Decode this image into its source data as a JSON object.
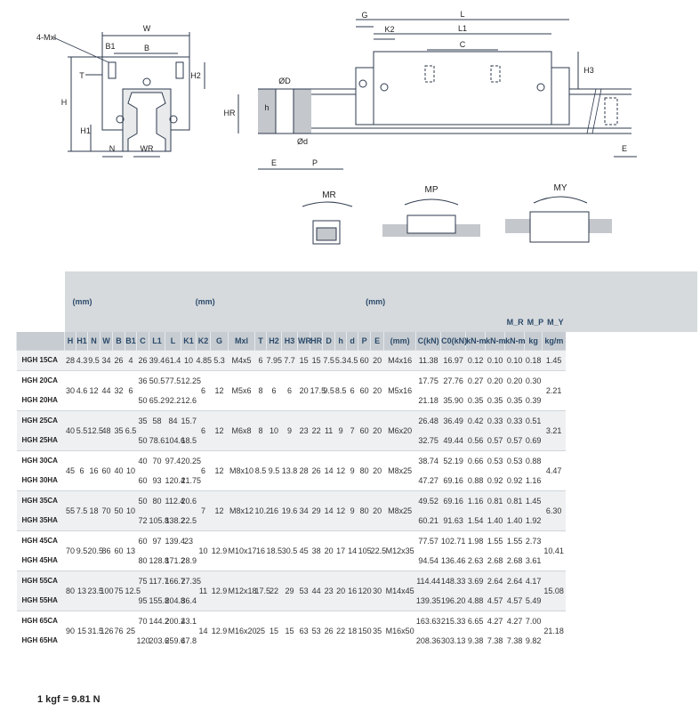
{
  "diagram": {
    "front_view": {
      "labels": [
        "W",
        "B",
        "B1",
        "4-Mxl",
        "T",
        "H2",
        "H",
        "H1",
        "N",
        "WR"
      ]
    },
    "side_view": {
      "labels": [
        "G",
        "L",
        "K2",
        "L1",
        "C",
        "H3",
        "ØD",
        "h",
        "HR",
        "Ød",
        "E",
        "P",
        "E"
      ]
    },
    "moments": [
      "MR",
      "MP",
      "MY"
    ],
    "line_color": "#2e3a4d",
    "shade_color": "#c4c7cb"
  },
  "table": {
    "groups": [
      {
        "label": "",
        "span": 1
      },
      {
        "label": "(mm)",
        "span": 3
      },
      {
        "label": "(mm)",
        "span": 14
      },
      {
        "label": "(mm)",
        "span": 8
      },
      {
        "label": "",
        "span": 1
      },
      {
        "label": "",
        "span": 2
      },
      {
        "label": "",
        "span": 3
      },
      {
        "label": "",
        "span": 2
      }
    ],
    "moment_heads": [
      "M_R",
      "M_P",
      "M_Y"
    ],
    "columns": [
      "",
      "H",
      "H1",
      "N",
      "W",
      "B",
      "B1",
      "C",
      "L1",
      "L",
      "K1",
      "K2",
      "G",
      "Mxl",
      "T",
      "H2",
      "H3",
      "WR",
      "HR",
      "D",
      "h",
      "d",
      "P",
      "E",
      "(mm)",
      "C(kN)",
      "C0(kN)",
      "kN-m",
      "kN-m",
      "kN-m",
      "kg",
      "kg/m"
    ],
    "bolt_unit": "(mm)",
    "models": [
      {
        "common": {
          "H": "28",
          "H1": "4.3",
          "N": "9.5",
          "W": "34",
          "B": "26",
          "B1": "4",
          "K1": "",
          "K2": "",
          "G": "",
          "Mxl": "",
          "T": "",
          "H2": "",
          "H3": "",
          "WR": "",
          "HR": "",
          "D": "",
          "h": "",
          "d": "",
          "P": "",
          "E": "",
          "bolt": "",
          "kgm": "1.45"
        },
        "rows": [
          {
            "name": "HGH 15CA",
            "C": "26",
            "L1": "39.4",
            "L": "61.4",
            "K1": "10",
            "K2": "4.85",
            "G": "5.3",
            "Mxl": "M4x5",
            "T": "6",
            "H2": "7.95",
            "H3": "7.7",
            "WR": "15",
            "HR": "15",
            "D": "7.5",
            "h": "5.3",
            "d": "4.5",
            "P": "60",
            "E": "20",
            "bolt": "M4x16",
            "Cd": "11.38",
            "C0": "16.97",
            "MR": "0.12",
            "MP": "0.10",
            "MY": "0.10",
            "kg": "0.18"
          }
        ]
      },
      {
        "common": {
          "H": "30",
          "H1": "4.6",
          "N": "12",
          "W": "44",
          "B": "32",
          "B1": "6",
          "K2": "6",
          "G": "12",
          "Mxl": "M5x6",
          "T": "8",
          "H2": "6",
          "H3": "6",
          "WR": "20",
          "HR": "17.5",
          "D": "9.5",
          "h": "8.5",
          "d": "6",
          "P": "60",
          "E": "20",
          "bolt": "M5x16",
          "kgm": "2.21"
        },
        "rows": [
          {
            "name": "HGH 20CA",
            "C": "36",
            "L1": "50.5",
            "L": "77.5",
            "K1": "12.25",
            "Cd": "17.75",
            "C0": "27.76",
            "MR": "0.27",
            "MP": "0.20",
            "MY": "0.20",
            "kg": "0.30"
          },
          {
            "name": "HGH 20HA",
            "C": "50",
            "L1": "65.2",
            "L": "92.2",
            "K1": "12.6",
            "Cd": "21.18",
            "C0": "35.90",
            "MR": "0.35",
            "MP": "0.35",
            "MY": "0.35",
            "kg": "0.39"
          }
        ]
      },
      {
        "common": {
          "H": "40",
          "H1": "5.5",
          "N": "12.5",
          "W": "48",
          "B": "35",
          "B1": "6.5",
          "K2": "6",
          "G": "12",
          "Mxl": "M6x8",
          "T": "8",
          "H2": "10",
          "H3": "9",
          "WR": "23",
          "HR": "22",
          "D": "11",
          "h": "9",
          "d": "7",
          "P": "60",
          "E": "20",
          "bolt": "M6x20",
          "kgm": "3.21"
        },
        "rows": [
          {
            "name": "HGH 25CA",
            "C": "35",
            "L1": "58",
            "L": "84",
            "K1": "15.7",
            "Cd": "26.48",
            "C0": "36.49",
            "MR": "0.42",
            "MP": "0.33",
            "MY": "0.33",
            "kg": "0.51"
          },
          {
            "name": "HGH 25HA",
            "C": "50",
            "L1": "78.6",
            "L": "104.6",
            "K1": "18.5",
            "Cd": "32.75",
            "C0": "49.44",
            "MR": "0.56",
            "MP": "0.57",
            "MY": "0.57",
            "kg": "0.69"
          }
        ]
      },
      {
        "common": {
          "H": "45",
          "H1": "6",
          "N": "16",
          "W": "60",
          "B": "40",
          "B1": "10",
          "K2": "6",
          "G": "12",
          "Mxl": "M8x10",
          "T": "8.5",
          "H2": "9.5",
          "H3": "13.8",
          "WR": "28",
          "HR": "26",
          "D": "14",
          "h": "12",
          "d": "9",
          "P": "80",
          "E": "20",
          "bolt": "M8x25",
          "kgm": "4.47"
        },
        "rows": [
          {
            "name": "HGH 30CA",
            "C": "40",
            "L1": "70",
            "L": "97.4",
            "K1": "20.25",
            "Cd": "38.74",
            "C0": "52.19",
            "MR": "0.66",
            "MP": "0.53",
            "MY": "0.53",
            "kg": "0.88"
          },
          {
            "name": "HGH 30HA",
            "C": "60",
            "L1": "93",
            "L": "120.4",
            "K1": "21.75",
            "Cd": "47.27",
            "C0": "69.16",
            "MR": "0.88",
            "MP": "0.92",
            "MY": "0.92",
            "kg": "1.16"
          }
        ]
      },
      {
        "common": {
          "H": "55",
          "H1": "7.5",
          "N": "18",
          "W": "70",
          "B": "50",
          "B1": "10",
          "K2": "7",
          "G": "12",
          "Mxl": "M8x12",
          "T": "10.2",
          "H2": "16",
          "H3": "19.6",
          "WR": "34",
          "HR": "29",
          "D": "14",
          "h": "12",
          "d": "9",
          "P": "80",
          "E": "20",
          "bolt": "M8x25",
          "kgm": "6.30"
        },
        "rows": [
          {
            "name": "HGH 35CA",
            "C": "50",
            "L1": "80",
            "L": "112.4",
            "K1": "20.6",
            "Cd": "49.52",
            "C0": "69.16",
            "MR": "1.16",
            "MP": "0.81",
            "MY": "0.81",
            "kg": "1.45"
          },
          {
            "name": "HGH 35HA",
            "C": "72",
            "L1": "105.8",
            "L": "138.2",
            "K1": "22.5",
            "Cd": "60.21",
            "C0": "91.63",
            "MR": "1.54",
            "MP": "1.40",
            "MY": "1.40",
            "kg": "1.92"
          }
        ]
      },
      {
        "common": {
          "H": "70",
          "H1": "9.5",
          "N": "20.5",
          "W": "86",
          "B": "60",
          "B1": "13",
          "K2": "10",
          "G": "12.9",
          "Mxl": "M10x17",
          "T": "16",
          "H2": "18.5",
          "H3": "30.5",
          "WR": "45",
          "HR": "38",
          "D": "20",
          "h": "17",
          "d": "14",
          "P": "105",
          "E": "22.5",
          "bolt": "M12x35",
          "kgm": "10.41"
        },
        "rows": [
          {
            "name": "HGH 45CA",
            "C": "60",
            "L1": "97",
            "L": "139.4",
            "K1": "23",
            "Cd": "77.57",
            "C0": "102.71",
            "MR": "1.98",
            "MP": "1.55",
            "MY": "1.55",
            "kg": "2.73"
          },
          {
            "name": "HGH 45HA",
            "C": "80",
            "L1": "128.8",
            "L": "171.2",
            "K1": "28.9",
            "Cd": "94.54",
            "C0": "136.46",
            "MR": "2.63",
            "MP": "2.68",
            "MY": "2.68",
            "kg": "3.61"
          }
        ]
      },
      {
        "common": {
          "H": "80",
          "H1": "13",
          "N": "23.5",
          "W": "100",
          "B": "75",
          "B1": "12.5",
          "K2": "11",
          "G": "12.9",
          "Mxl": "M12x18",
          "T": "17.5",
          "H2": "22",
          "H3": "29",
          "WR": "53",
          "HR": "44",
          "D": "23",
          "h": "20",
          "d": "16",
          "P": "120",
          "E": "30",
          "bolt": "M14x45",
          "kgm": "15.08"
        },
        "rows": [
          {
            "name": "HGH 55CA",
            "C": "75",
            "L1": "117.7",
            "L": "166.7",
            "K1": "27.35",
            "Cd": "114.44",
            "C0": "148.33",
            "MR": "3.69",
            "MP": "2.64",
            "MY": "2.64",
            "kg": "4.17"
          },
          {
            "name": "HGH 55HA",
            "C": "95",
            "L1": "155.8",
            "L": "204.8",
            "K1": "36.4",
            "Cd": "139.35",
            "C0": "196.20",
            "MR": "4.88",
            "MP": "4.57",
            "MY": "4.57",
            "kg": "5.49"
          }
        ]
      },
      {
        "common": {
          "H": "90",
          "H1": "15",
          "N": "31.5",
          "W": "126",
          "B": "76",
          "B1": "25",
          "K2": "14",
          "G": "12.9",
          "Mxl": "M16x20",
          "T": "25",
          "H2": "15",
          "H3": "15",
          "WR": "63",
          "HR": "53",
          "D": "26",
          "h": "22",
          "d": "18",
          "P": "150",
          "E": "35",
          "bolt": "M16x50",
          "kgm": "21.18"
        },
        "rows": [
          {
            "name": "HGH 65CA",
            "C": "70",
            "L1": "144.2",
            "L": "200.2",
            "K1": "43.1",
            "Cd": "163.63",
            "C0": "215.33",
            "MR": "6.65",
            "MP": "4.27",
            "MY": "4.27",
            "kg": "7.00"
          },
          {
            "name": "HGH 65HA",
            "C": "120",
            "L1": "203.6",
            "L": "259.6",
            "K1": "47.8",
            "Cd": "208.36",
            "C0": "303.13",
            "MR": "9.38",
            "MP": "7.38",
            "MY": "7.38",
            "kg": "9.82"
          }
        ]
      }
    ]
  },
  "note": "1 kgf = 9.81 N"
}
